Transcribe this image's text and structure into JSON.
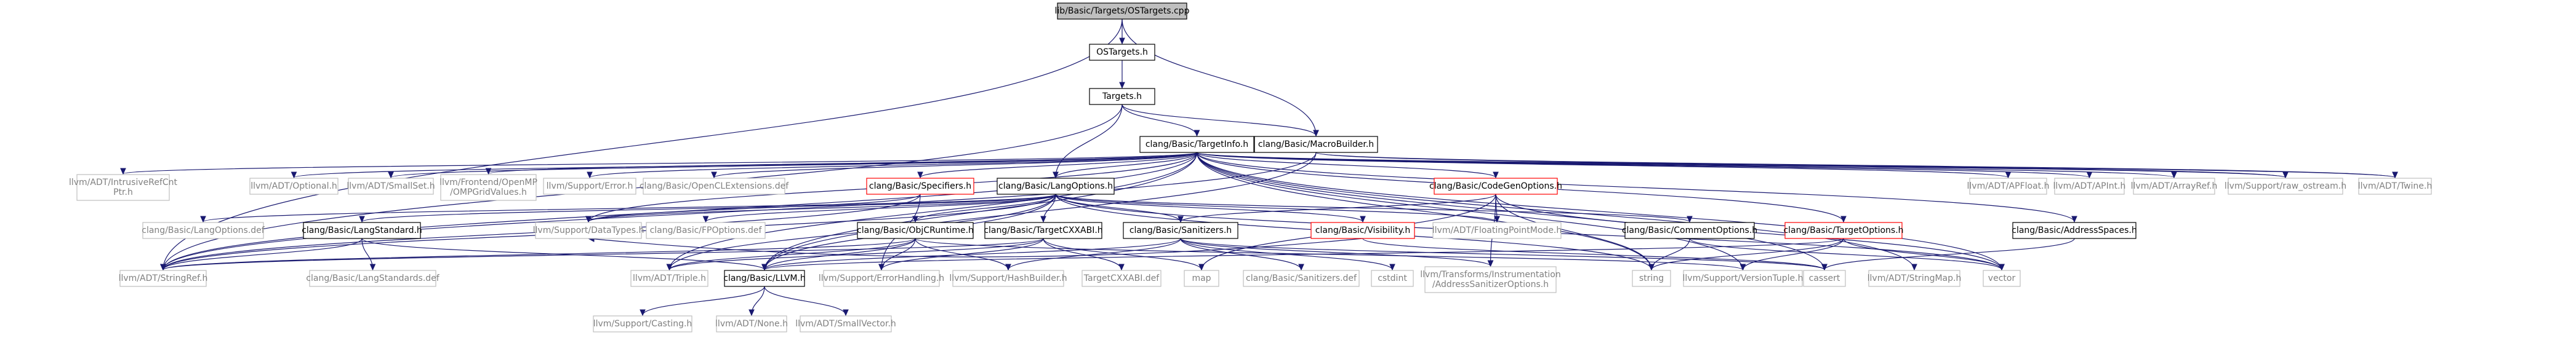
{
  "diagram_title": "lib/Basic/Targets/OSTargets.cpp",
  "colors": {
    "edge": "#191970",
    "root_fill": "#bfbfbf",
    "box_stroke": "#000000",
    "box_fill": "#ffffff",
    "external_stroke": "#bfbfbf",
    "highlight_stroke": "#ff0000",
    "text": "#000000",
    "external_text": "#808080"
  },
  "nodes": {
    "root": {
      "label": "lib/Basic/Targets/OSTargets.cpp",
      "kind": "root"
    },
    "ostargets_h": {
      "label": "OSTargets.h",
      "kind": "box"
    },
    "targets_h": {
      "label": "Targets.h",
      "kind": "box"
    },
    "targetinfo": {
      "label": "clang/Basic/TargetInfo.h",
      "kind": "box"
    },
    "macrobuilder": {
      "label": "clang/Basic/MacroBuilder.h",
      "kind": "box"
    },
    "intrusiverefcnt": {
      "label": "llvm/ADT/IntrusiveRefCnt\nPtr.h",
      "kind": "external"
    },
    "optional": {
      "label": "llvm/ADT/Optional.h",
      "kind": "external"
    },
    "smallset": {
      "label": "llvm/ADT/SmallSet.h",
      "kind": "external"
    },
    "ompgrid": {
      "label": "llvm/Frontend/OpenMP\n/OMPGridValues.h",
      "kind": "external"
    },
    "error_h": {
      "label": "llvm/Support/Error.h",
      "kind": "external"
    },
    "openclext": {
      "label": "clang/Basic/OpenCLExtensions.def",
      "kind": "external"
    },
    "specifiers": {
      "label": "clang/Basic/Specifiers.h",
      "kind": "highlight"
    },
    "langoptions": {
      "label": "clang/Basic/LangOptions.h",
      "kind": "box"
    },
    "codegenoptions": {
      "label": "clang/Basic/CodeGenOptions.h",
      "kind": "highlight"
    },
    "apfloat": {
      "label": "llvm/ADT/APFloat.h",
      "kind": "external"
    },
    "apint": {
      "label": "llvm/ADT/APInt.h",
      "kind": "external"
    },
    "arrayref": {
      "label": "llvm/ADT/ArrayRef.h",
      "kind": "external"
    },
    "raw_ostream": {
      "label": "llvm/Support/raw_ostream.h",
      "kind": "external"
    },
    "twine": {
      "label": "llvm/ADT/Twine.h",
      "kind": "external"
    },
    "langoptions_def": {
      "label": "clang/Basic/LangOptions.def",
      "kind": "external"
    },
    "datatypes": {
      "label": "llvm/Support/DataTypes.h",
      "kind": "external"
    },
    "fpoptions": {
      "label": "clang/Basic/FPOptions.def",
      "kind": "external"
    },
    "langstandard": {
      "label": "clang/Basic/LangStandard.h",
      "kind": "box"
    },
    "objcruntime": {
      "label": "clang/Basic/ObjCRuntime.h",
      "kind": "box"
    },
    "targetcxxabi": {
      "label": "clang/Basic/TargetCXXABI.h",
      "kind": "box"
    },
    "sanitizers": {
      "label": "clang/Basic/Sanitizers.h",
      "kind": "box"
    },
    "visibility": {
      "label": "clang/Basic/Visibility.h",
      "kind": "highlight"
    },
    "floatingpointmode": {
      "label": "llvm/ADT/FloatingPointMode.h",
      "kind": "external"
    },
    "commentoptions": {
      "label": "clang/Basic/CommentOptions.h",
      "kind": "box"
    },
    "targetoptions": {
      "label": "clang/Basic/TargetOptions.h",
      "kind": "highlight"
    },
    "addressspaces": {
      "label": "clang/Basic/AddressSpaces.h",
      "kind": "box"
    },
    "stringref": {
      "label": "llvm/ADT/StringRef.h",
      "kind": "external"
    },
    "langstandards_def": {
      "label": "clang/Basic/LangStandards.def",
      "kind": "external"
    },
    "triple": {
      "label": "llvm/ADT/Triple.h",
      "kind": "external"
    },
    "llvm_h": {
      "label": "clang/Basic/LLVM.h",
      "kind": "box"
    },
    "errorhandling": {
      "label": "llvm/Support/ErrorHandling.h",
      "kind": "external"
    },
    "hashbuilder": {
      "label": "llvm/Support/HashBuilder.h",
      "kind": "external"
    },
    "targetcxxabi_def": {
      "label": "TargetCXXABI.def",
      "kind": "external"
    },
    "map": {
      "label": "map",
      "kind": "external"
    },
    "sanitizers_def": {
      "label": "clang/Basic/Sanitizers.def",
      "kind": "external"
    },
    "cstdint": {
      "label": "cstdint",
      "kind": "external"
    },
    "asanoptions": {
      "label": "llvm/Transforms/Instrumentation\n/AddressSanitizerOptions.h",
      "kind": "external"
    },
    "string": {
      "label": "string",
      "kind": "external"
    },
    "versiontuple": {
      "label": "llvm/Support/VersionTuple.h",
      "kind": "external"
    },
    "cassert": {
      "label": "cassert",
      "kind": "external"
    },
    "stringmap": {
      "label": "llvm/ADT/StringMap.h",
      "kind": "external"
    },
    "vector": {
      "label": "vector",
      "kind": "external"
    },
    "casting": {
      "label": "llvm/Support/Casting.h",
      "kind": "external"
    },
    "none": {
      "label": "llvm/ADT/None.h",
      "kind": "external"
    },
    "smallvector": {
      "label": "llvm/ADT/SmallVector.h",
      "kind": "external"
    }
  },
  "edges": [
    [
      "root",
      "ostargets_h"
    ],
    [
      "root",
      "macrobuilder"
    ],
    [
      "root",
      "stringref"
    ],
    [
      "ostargets_h",
      "targets_h"
    ],
    [
      "targets_h",
      "targetinfo"
    ],
    [
      "targets_h",
      "macrobuilder"
    ],
    [
      "targets_h",
      "langoptions"
    ],
    [
      "targets_h",
      "stringref"
    ],
    [
      "targetinfo",
      "intrusiverefcnt"
    ],
    [
      "targetinfo",
      "optional"
    ],
    [
      "targetinfo",
      "smallset"
    ],
    [
      "targetinfo",
      "ompgrid"
    ],
    [
      "targetinfo",
      "error_h"
    ],
    [
      "targetinfo",
      "openclext"
    ],
    [
      "targetinfo",
      "specifiers"
    ],
    [
      "targetinfo",
      "langoptions"
    ],
    [
      "targetinfo",
      "codegenoptions"
    ],
    [
      "targetinfo",
      "apfloat"
    ],
    [
      "targetinfo",
      "apint"
    ],
    [
      "targetinfo",
      "arrayref"
    ],
    [
      "targetinfo",
      "raw_ostream"
    ],
    [
      "targetinfo",
      "twine"
    ],
    [
      "targetinfo",
      "targetoptions"
    ],
    [
      "targetinfo",
      "addressspaces"
    ],
    [
      "targetinfo",
      "stringref"
    ],
    [
      "targetinfo",
      "triple"
    ],
    [
      "targetinfo",
      "llvm_h"
    ],
    [
      "targetinfo",
      "datatypes"
    ],
    [
      "targetinfo",
      "string"
    ],
    [
      "targetinfo",
      "vector"
    ],
    [
      "targetinfo",
      "cassert"
    ],
    [
      "targetinfo",
      "stringmap"
    ],
    [
      "targetinfo",
      "versiontuple"
    ],
    [
      "macrobuilder",
      "stringref"
    ],
    [
      "macrobuilder",
      "twine"
    ],
    [
      "macrobuilder",
      "raw_ostream"
    ],
    [
      "macrobuilder",
      "llvm_h"
    ],
    [
      "specifiers",
      "datatypes"
    ],
    [
      "specifiers",
      "errorhandling"
    ],
    [
      "specifiers",
      "stringref"
    ],
    [
      "langoptions",
      "langoptions_def"
    ],
    [
      "langoptions",
      "datatypes"
    ],
    [
      "langoptions",
      "fpoptions"
    ],
    [
      "langoptions",
      "langstandard"
    ],
    [
      "langoptions",
      "objcruntime"
    ],
    [
      "langoptions",
      "targetcxxabi"
    ],
    [
      "langoptions",
      "sanitizers"
    ],
    [
      "langoptions",
      "visibility"
    ],
    [
      "langoptions",
      "floatingpointmode"
    ],
    [
      "langoptions",
      "commentoptions"
    ],
    [
      "langoptions",
      "stringref"
    ],
    [
      "langoptions",
      "triple"
    ],
    [
      "langoptions",
      "string"
    ],
    [
      "langoptions",
      "vector"
    ],
    [
      "langoptions",
      "llvm_h"
    ],
    [
      "codegenoptions",
      "floatingpointmode"
    ],
    [
      "codegenoptions",
      "asanoptions"
    ],
    [
      "codegenoptions",
      "map"
    ],
    [
      "codegenoptions",
      "string"
    ],
    [
      "codegenoptions",
      "vector"
    ],
    [
      "codegenoptions",
      "sanitizers"
    ],
    [
      "langstandard",
      "langstandards_def"
    ],
    [
      "langstandard",
      "llvm_h"
    ],
    [
      "langstandard",
      "stringref"
    ],
    [
      "objcruntime",
      "llvm_h"
    ],
    [
      "objcruntime",
      "triple"
    ],
    [
      "objcruntime",
      "errorhandling"
    ],
    [
      "objcruntime",
      "hashbuilder"
    ],
    [
      "objcruntime",
      "versiontuple"
    ],
    [
      "objcruntime",
      "stringref"
    ],
    [
      "targetcxxabi",
      "targetcxxabi_def"
    ],
    [
      "targetcxxabi",
      "triple"
    ],
    [
      "targetcxxabi",
      "errorhandling"
    ],
    [
      "targetcxxabi",
      "map"
    ],
    [
      "targetcxxabi",
      "stringref"
    ],
    [
      "sanitizers",
      "sanitizers_def"
    ],
    [
      "sanitizers",
      "cstdint"
    ],
    [
      "sanitizers",
      "hashbuilder"
    ],
    [
      "sanitizers",
      "asanoptions"
    ],
    [
      "sanitizers",
      "llvm_h"
    ],
    [
      "sanitizers",
      "cassert"
    ],
    [
      "visibility",
      "datatypes"
    ],
    [
      "visibility",
      "cassert"
    ],
    [
      "commentoptions",
      "string"
    ],
    [
      "commentoptions",
      "vector"
    ],
    [
      "targetoptions",
      "string"
    ],
    [
      "targetoptions",
      "vector"
    ],
    [
      "targetoptions",
      "versiontuple"
    ],
    [
      "targetoptions",
      "llvm_h"
    ],
    [
      "addressspaces",
      "cassert"
    ],
    [
      "llvm_h",
      "casting"
    ],
    [
      "llvm_h",
      "none"
    ],
    [
      "llvm_h",
      "smallvector"
    ]
  ]
}
